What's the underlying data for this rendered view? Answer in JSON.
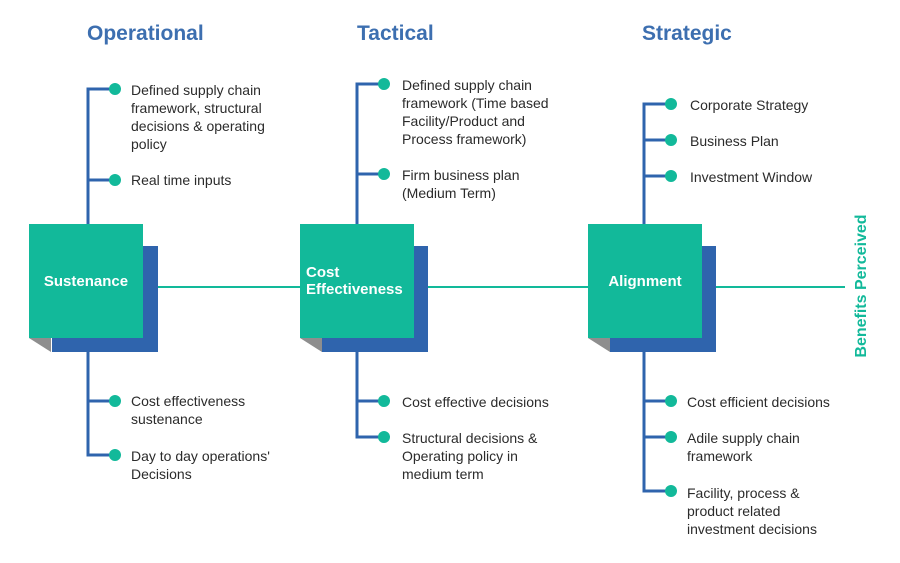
{
  "headers": [
    "Operational",
    "Tactical",
    "Strategic"
  ],
  "boxes": [
    "Sustenance",
    "Cost Effectiveness",
    "Alignment"
  ],
  "top_items": [
    [
      "Defined supply chain framework, structural decisions & operating policy",
      "Real time inputs"
    ],
    [
      "Defined supply chain framework (Time based Facility/Product and Process framework)",
      "Firm business plan (Medium Term)"
    ],
    [
      "Corporate Strategy",
      "Business Plan",
      "Investment Window"
    ]
  ],
  "bottom_items": [
    [
      "Cost effectiveness sustenance",
      "Day to day operations' Decisions"
    ],
    [
      "Cost effective decisions",
      "Structural decisions & Operating policy in medium term"
    ],
    [
      "Cost efficient decisions",
      "Adile supply chain framework",
      "Facility, process & product related investment decisions"
    ]
  ],
  "side_label": "Benefits Perceived",
  "colors": {
    "header": "#3d6fb0",
    "teal": "#12b99a",
    "blue": "#2f64ad",
    "fold": "#8e8e8e"
  }
}
